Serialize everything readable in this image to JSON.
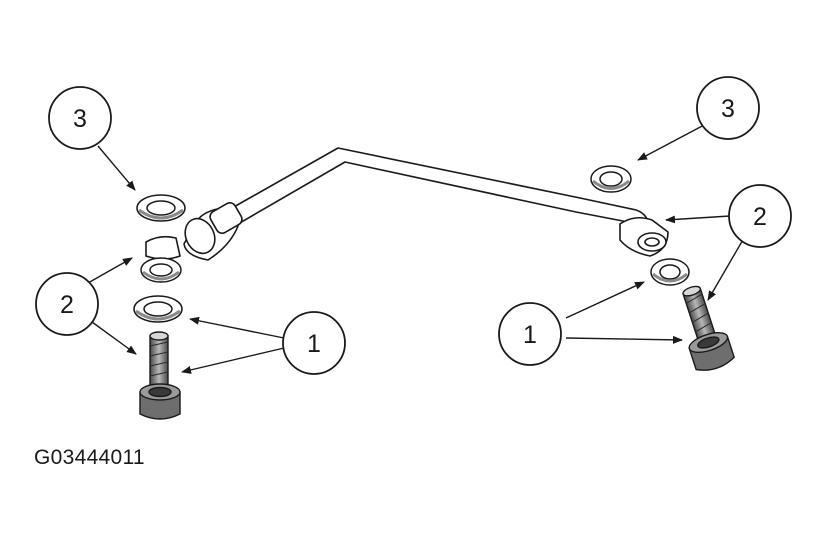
{
  "figure_id": "G03444011",
  "callouts": {
    "left_3": "3",
    "left_2": "2",
    "left_1": "1",
    "right_3": "3",
    "right_2": "2",
    "right_1": "1"
  },
  "colors": {
    "line": "#1a1a1a",
    "part_fill": "#ffffff",
    "bolt_shade": "#6e6e6e",
    "bolt_head": "#3a3a3a"
  }
}
